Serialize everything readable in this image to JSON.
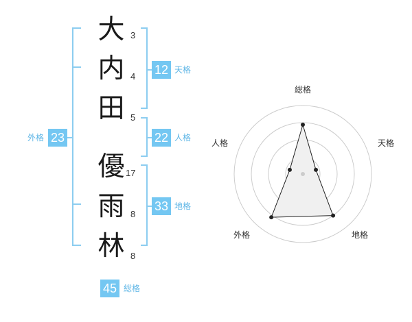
{
  "name_chars": [
    "大",
    "内",
    "田",
    "優",
    "雨",
    "林"
  ],
  "stroke_counts": [
    "3",
    "4",
    "5",
    "17",
    "8",
    "8"
  ],
  "fortune": {
    "tenkaku": {
      "value": "12",
      "label": "天格"
    },
    "jinkaku": {
      "value": "22",
      "label": "人格"
    },
    "chikaku": {
      "value": "33",
      "label": "地格"
    },
    "gaikaku": {
      "value": "23",
      "label": "外格"
    },
    "soukaku": {
      "value": "45",
      "label": "総格"
    }
  },
  "chart_data": {
    "type": "radar",
    "axes": [
      "総格",
      "天格",
      "地格",
      "外格",
      "人格"
    ],
    "values": [
      0.72,
      0.2,
      0.75,
      0.78,
      0.2
    ],
    "rings": 4
  },
  "colors": {
    "accent": "#74c7f2",
    "bracket": "#8ccdf0",
    "grid": "#cccccc",
    "polygon_fill": "#f0f0f0",
    "polygon_stroke": "#222222"
  }
}
